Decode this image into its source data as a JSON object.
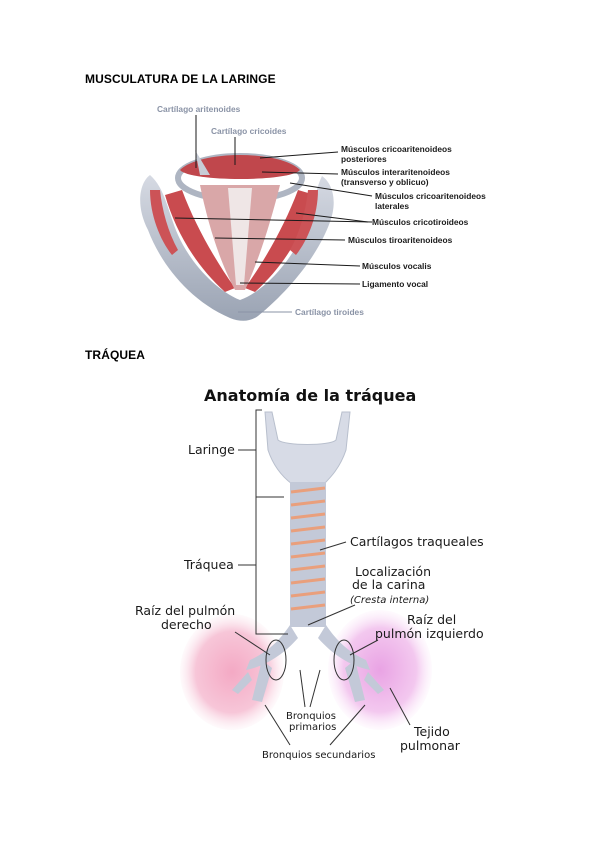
{
  "sections": [
    {
      "heading": "MUSCULATURA DE LA LARINGE"
    },
    {
      "heading": "TRÁQUEA"
    }
  ],
  "larynx": {
    "labels_gray": [
      "Cartílago aritenoides",
      "Cartílago cricoides",
      "Cartílago tiroides"
    ],
    "labels_dark": [
      [
        "Músculos cricoaritenoideos",
        "posteriores"
      ],
      [
        "Músculos interaritenoideos",
        "(transverso y oblicuo)"
      ],
      [
        "Músculos cricoaritenoideos",
        "laterales"
      ],
      [
        "Músculos cricotiroideos"
      ],
      [
        "Músculos tiroaritenoideos"
      ],
      [
        "Músculos vocalis"
      ],
      [
        "Ligamento vocal"
      ]
    ]
  },
  "trachea": {
    "title": "Anatomía de la tráquea",
    "laringe": "Laringe",
    "traquea": "Tráquea",
    "cartilagos": "Cartílagos traqueales",
    "carina_1": "Localización",
    "carina_2": "de la carina",
    "carina_3": "(Cresta interna)",
    "raiz_der_1": "Raíz del pulmón",
    "raiz_der_2": "derecho",
    "raiz_izq_1": "Raíz del",
    "raiz_izq_2": "pulmón izquierdo",
    "bronq_prim_1": "Bronquios",
    "bronq_prim_2": "primarios",
    "tejido_1": "Tejido",
    "tejido_2": "pulmonar",
    "bronq_sec": "Bronquios secundarios"
  }
}
